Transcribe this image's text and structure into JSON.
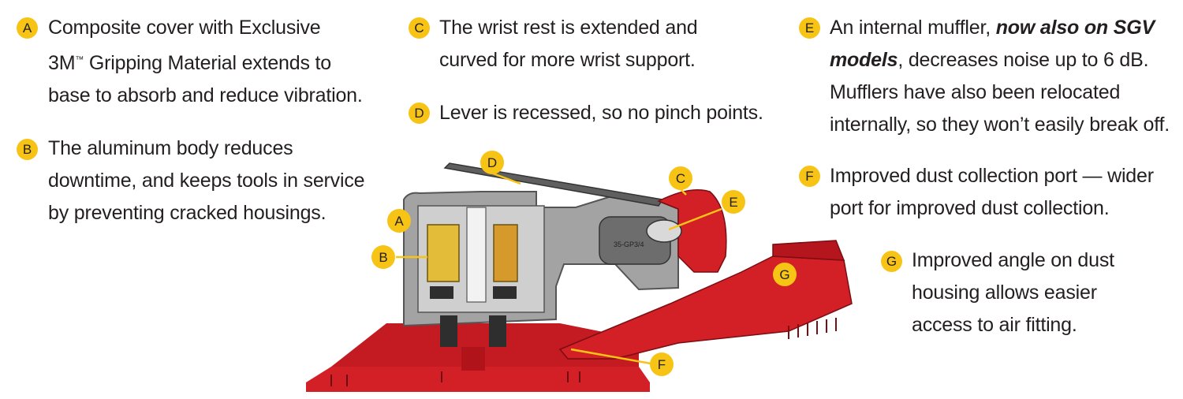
{
  "colors": {
    "badge": "#f7c416",
    "tool_red": "#d31f26",
    "tool_gray": "#9a9a9a"
  },
  "callouts": [
    {
      "letter": "A",
      "lines": [
        "Composite cover with Exclusive",
        "3M",
        "™",
        " Gripping Material extends to",
        "base to absorb and reduce vibration."
      ]
    },
    {
      "letter": "B",
      "lines": [
        "The aluminum body reduces",
        "downtime, and keeps tools in service",
        "by preventing cracked housings."
      ]
    },
    {
      "letter": "C",
      "lines": [
        "The wrist rest is extended and",
        "curved for more wrist support."
      ]
    },
    {
      "letter": "D",
      "lines": [
        "Lever is recessed, so no pinch points."
      ]
    },
    {
      "letter": "E",
      "lines": [
        "An internal muffler, ",
        "now also on SGV",
        "models",
        ", decreases noise up to 6 dB.",
        "Mufflers have also been relocated",
        "internally, so they won’t easily break off."
      ]
    },
    {
      "letter": "F",
      "lines": [
        "Improved dust collection port — wider",
        "port for improved dust collection."
      ]
    },
    {
      "letter": "G",
      "lines": [
        "Improved angle on dust",
        "housing allows easier",
        "access to air fitting."
      ]
    }
  ],
  "diagram_labels": [
    "A",
    "B",
    "C",
    "D",
    "E",
    "F",
    "G"
  ],
  "diagram_serial": "35-GP3/4"
}
